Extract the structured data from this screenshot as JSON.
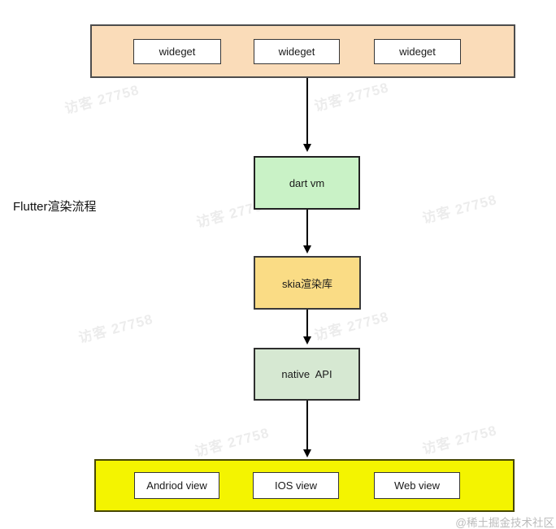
{
  "page": {
    "side_label": "Flutter渲染流程",
    "credit": "@稀土掘金技术社区",
    "background": "#ffffff"
  },
  "watermark": {
    "text": "访客 27758"
  },
  "diagram": {
    "top_container": {
      "fill": "#fadcb9",
      "items": [
        {
          "label": "wideget"
        },
        {
          "label": "wideget"
        },
        {
          "label": "wideget"
        }
      ]
    },
    "nodes": [
      {
        "id": "dart-vm",
        "label": "dart vm",
        "fill": "#c9f2c6"
      },
      {
        "id": "skia",
        "label": "skia渲染库",
        "fill": "#fadc85"
      },
      {
        "id": "native-api",
        "label": "native  API",
        "fill": "#d6e8d2"
      }
    ],
    "bottom_container": {
      "fill": "#f4f400",
      "items": [
        {
          "label": "Andriod view"
        },
        {
          "label": "IOS view"
        },
        {
          "label": "Web view"
        }
      ]
    },
    "colors": {
      "arrow": "#000000",
      "container_border": "#4d4d4d",
      "box_border": "#363636",
      "watermark_text": "#8c8c8c",
      "credit_text": "#bcbcbc"
    }
  }
}
